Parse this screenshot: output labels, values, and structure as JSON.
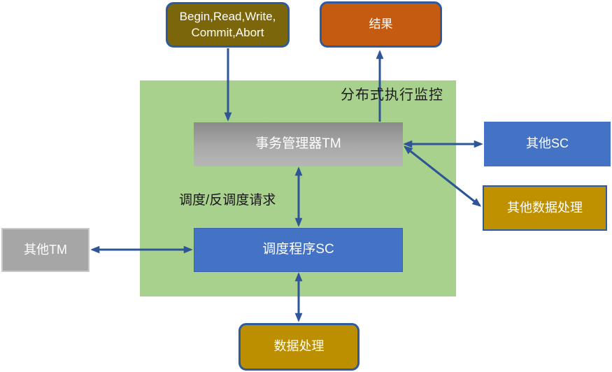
{
  "diagram": {
    "panel": {
      "title": "分布式执行监控",
      "background": "#A9D18E"
    },
    "nodes": {
      "client_ops": {
        "line1": "Begin,Read,Write,",
        "line2": "Commit,Abort",
        "fill": "#7C660C",
        "shape": "rounded",
        "text_color": "#FFFFFF"
      },
      "result": {
        "label": "结果",
        "fill": "#C55A11",
        "shape": "rounded",
        "text_color": "#FFFFFF"
      },
      "tm": {
        "label": "事务管理器TM",
        "fill": "#A0A0A0",
        "shape": "rect",
        "text_color": "#FFFFFF"
      },
      "sc": {
        "label": "调度程序SC",
        "fill": "#4472C4",
        "shape": "rect",
        "text_color": "#FFFFFF"
      },
      "other_sc": {
        "label": "其他SC",
        "fill": "#4472C4",
        "shape": "rect",
        "text_color": "#FFFFFF"
      },
      "other_data_proc": {
        "label": "其他数据处理",
        "fill": "#BF9000",
        "shape": "rect",
        "text_color": "#FFFFFF"
      },
      "other_tm": {
        "label": "其他TM",
        "fill": "#A6A6A6",
        "shape": "rect",
        "text_color": "#FFFFFF"
      },
      "data_proc": {
        "label": "数据处理",
        "fill": "#BC8F00",
        "shape": "rounded",
        "text_color": "#FFFFFF"
      }
    },
    "edges": [
      {
        "from": "client_ops",
        "to": "tm",
        "arrows": "end"
      },
      {
        "from": "tm",
        "to": "result",
        "arrows": "end"
      },
      {
        "from": "tm",
        "to": "sc",
        "arrows": "both",
        "label": "调度/反调度请求"
      },
      {
        "from": "other_tm",
        "to": "sc",
        "arrows": "both"
      },
      {
        "from": "tm",
        "to": "other_sc",
        "arrows": "both"
      },
      {
        "from": "tm",
        "to": "other_data_proc",
        "arrows": "both"
      },
      {
        "from": "sc",
        "to": "data_proc",
        "arrows": "both"
      }
    ],
    "colors": {
      "arrow": "#2E5597",
      "border_blue": "#2E5B9B",
      "panel_green": "#A9D18E"
    }
  }
}
